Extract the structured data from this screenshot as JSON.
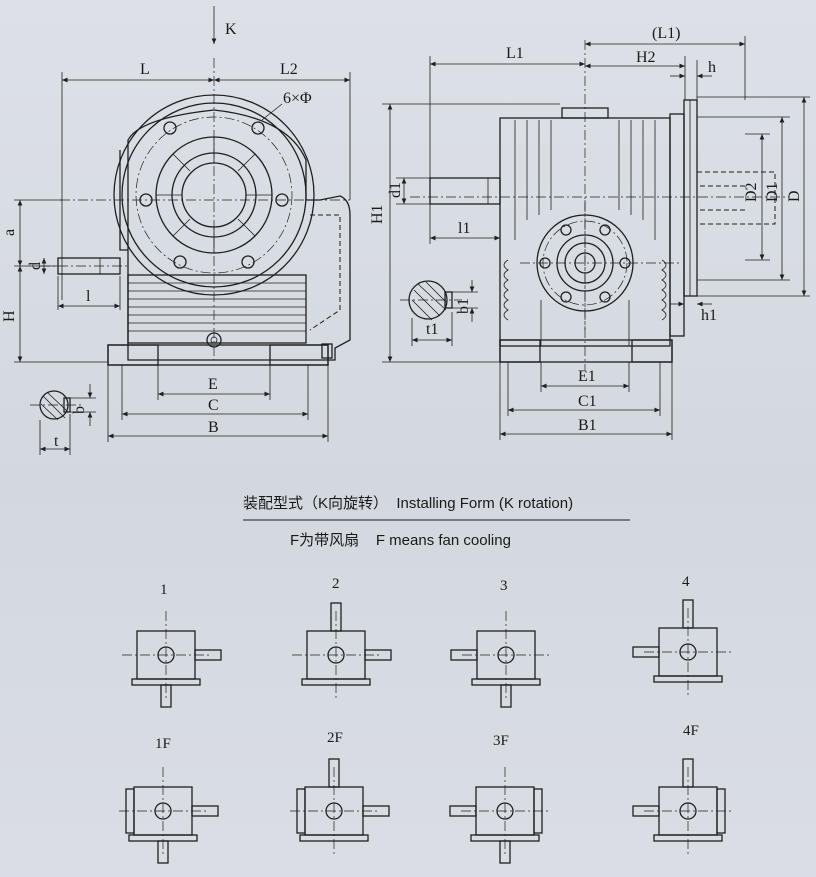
{
  "front_view": {
    "k_label": "K",
    "labels": {
      "L": "L",
      "L2": "L2",
      "holes": "6×Φ",
      "a": "a",
      "d": "d",
      "H": "H",
      "l": "l",
      "E": "E",
      "C": "C",
      "B": "B",
      "t": "t",
      "b": "b"
    }
  },
  "side_view": {
    "labels": {
      "L1": "L1",
      "L1_paren": "(L1)",
      "H2": "H2",
      "h": "h",
      "H1": "H1",
      "d1": "d1",
      "l1": "l1",
      "D2": "D2",
      "D1": "D1",
      "D": "D",
      "t1": "t1",
      "b1": "b1",
      "h1": "h1",
      "E1": "E1",
      "C1": "C1",
      "B1": "B1"
    }
  },
  "captions": {
    "installing_cn": "装配型式（K向旋转）",
    "installing_en": "Installing Form (K rotation)",
    "fan_cn": "F为带风扇",
    "fan_en": "F means fan cooling"
  },
  "forms": [
    {
      "label": "1"
    },
    {
      "label": "2"
    },
    {
      "label": "3"
    },
    {
      "label": "4"
    },
    {
      "label": "1F"
    },
    {
      "label": "2F"
    },
    {
      "label": "3F"
    },
    {
      "label": "4F"
    }
  ]
}
